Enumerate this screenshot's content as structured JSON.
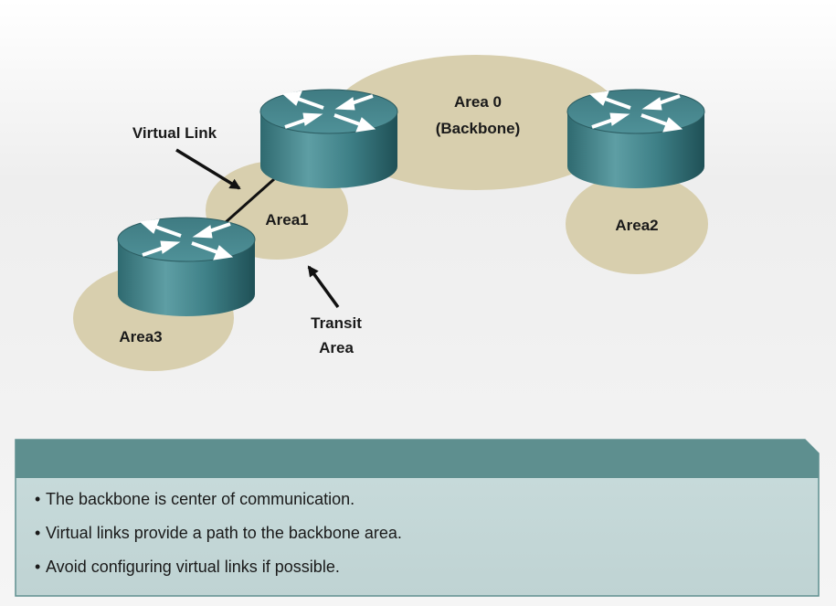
{
  "diagram": {
    "areas": {
      "area0_line1": "Area 0",
      "area0_line2": "(Backbone)",
      "area1": "Area1",
      "area2": "Area2",
      "area3": "Area3"
    },
    "callouts": {
      "virtual_link": "Virtual Link",
      "transit_line1": "Transit",
      "transit_line2": "Area"
    },
    "colors": {
      "area_fill": "#d8cfae",
      "router_body": "#3f7f86",
      "panel_header": "#5e8f8f",
      "panel_body": "#c5d8d8"
    }
  },
  "notes": {
    "bullet_glyph": "•",
    "items": [
      "The backbone is center of communication.",
      "Virtual links provide a path to the backbone area.",
      "Avoid configuring virtual links if possible."
    ]
  }
}
